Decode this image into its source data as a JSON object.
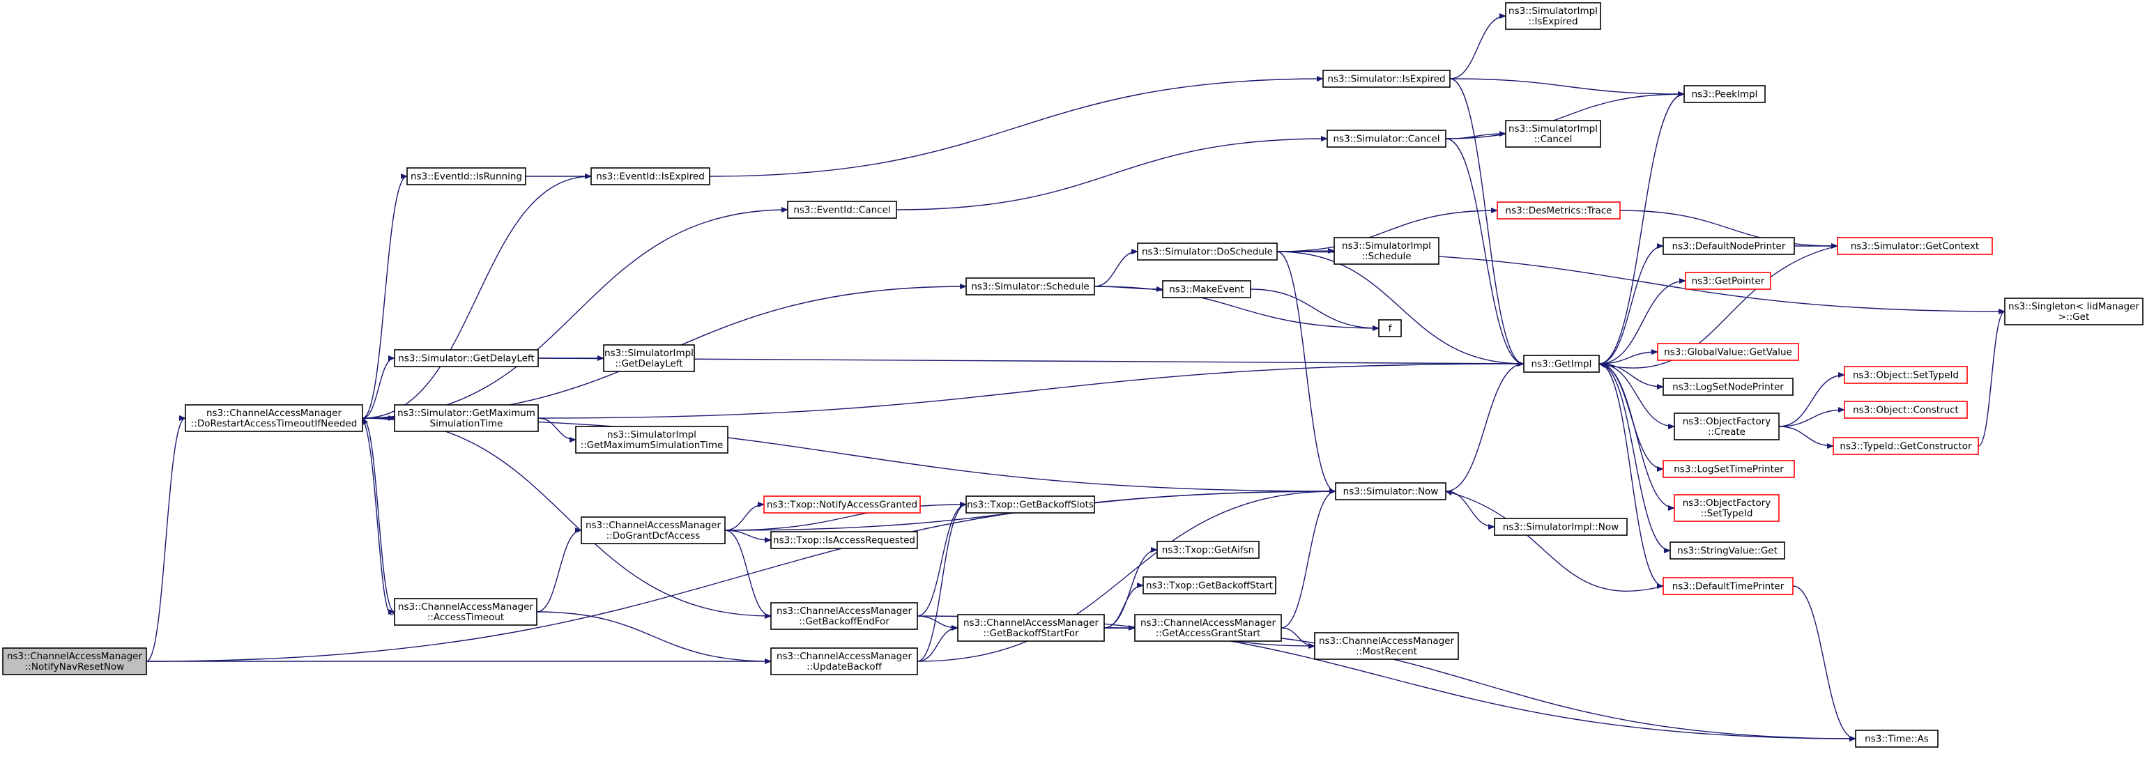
{
  "graph": {
    "title": "",
    "colors": {
      "edge": "#191970",
      "node_border": "#000000",
      "node_border_truncated": "#ff0000",
      "root_fill": "#bfbfbf",
      "node_fill": "#ffffff",
      "text": "#000000"
    },
    "nodes": [
      {
        "id": "notifyNav",
        "lines": [
          "ns3::ChannelAccessManager",
          "::NotifyNavResetNow"
        ],
        "root": true
      },
      {
        "id": "doRestart",
        "lines": [
          "ns3::ChannelAccessManager",
          "::DoRestartAccessTimeoutIfNeeded"
        ]
      },
      {
        "id": "accessTimeout",
        "lines": [
          "ns3::ChannelAccessManager",
          "::AccessTimeout"
        ]
      },
      {
        "id": "eventIsRunning",
        "lines": [
          "ns3::EventId::IsRunning"
        ]
      },
      {
        "id": "eventIsExpired",
        "lines": [
          "ns3::EventId::IsExpired"
        ]
      },
      {
        "id": "eventCancel",
        "lines": [
          "ns3::EventId::Cancel"
        ]
      },
      {
        "id": "simSchedule",
        "lines": [
          "ns3::Simulator::Schedule"
        ]
      },
      {
        "id": "simGetDelayLeft",
        "lines": [
          "ns3::Simulator::GetDelayLeft"
        ]
      },
      {
        "id": "simGetMaxTime",
        "lines": [
          "ns3::Simulator::GetMaximum",
          "SimulationTime"
        ]
      },
      {
        "id": "implGetDelayLeft",
        "lines": [
          "ns3::SimulatorImpl",
          "::GetDelayLeft"
        ]
      },
      {
        "id": "implGetMaxTime",
        "lines": [
          "ns3::SimulatorImpl",
          "::GetMaximumSimulationTime"
        ]
      },
      {
        "id": "doGrant",
        "lines": [
          "ns3::ChannelAccessManager",
          "::DoGrantDcfAccess"
        ]
      },
      {
        "id": "txopNotify",
        "lines": [
          "ns3::Txop::NotifyAccessGranted"
        ],
        "truncated": true
      },
      {
        "id": "txopIsReq",
        "lines": [
          "ns3::Txop::IsAccessRequested"
        ]
      },
      {
        "id": "txopBackoffSlots",
        "lines": [
          "ns3::Txop::GetBackoffSlots"
        ]
      },
      {
        "id": "getBackoffEnd",
        "lines": [
          "ns3::ChannelAccessManager",
          "::GetBackoffEndFor"
        ]
      },
      {
        "id": "updateBackoff",
        "lines": [
          "ns3::ChannelAccessManager",
          "::UpdateBackoff"
        ]
      },
      {
        "id": "getBackoffStart",
        "lines": [
          "ns3::ChannelAccessManager",
          "::GetBackoffStartFor"
        ]
      },
      {
        "id": "txopAifsn",
        "lines": [
          "ns3::Txop::GetAifsn"
        ]
      },
      {
        "id": "txopBackoffStart",
        "lines": [
          "ns3::Txop::GetBackoffStart"
        ]
      },
      {
        "id": "getAccessGrant",
        "lines": [
          "ns3::ChannelAccessManager",
          "::GetAccessGrantStart"
        ]
      },
      {
        "id": "mostRecent",
        "lines": [
          "ns3::ChannelAccessManager",
          "::MostRecent"
        ]
      },
      {
        "id": "simIsExpired",
        "lines": [
          "ns3::Simulator::IsExpired"
        ]
      },
      {
        "id": "simCancel",
        "lines": [
          "ns3::Simulator::Cancel"
        ]
      },
      {
        "id": "simDoSchedule",
        "lines": [
          "ns3::Simulator::DoSchedule"
        ]
      },
      {
        "id": "makeEvent",
        "lines": [
          "ns3::MakeEvent"
        ]
      },
      {
        "id": "f",
        "lines": [
          "f"
        ]
      },
      {
        "id": "simNow",
        "lines": [
          "ns3::Simulator::Now"
        ]
      },
      {
        "id": "implIsExpired",
        "lines": [
          "ns3::SimulatorImpl",
          "::IsExpired"
        ]
      },
      {
        "id": "implCancel",
        "lines": [
          "ns3::SimulatorImpl",
          "::Cancel"
        ]
      },
      {
        "id": "implSchedule",
        "lines": [
          "ns3::SimulatorImpl",
          "::Schedule"
        ]
      },
      {
        "id": "desTrace",
        "lines": [
          "ns3::DesMetrics::Trace"
        ],
        "truncated": true
      },
      {
        "id": "implNow",
        "lines": [
          "ns3::SimulatorImpl::Now"
        ]
      },
      {
        "id": "peekImpl",
        "lines": [
          "ns3::PeekImpl"
        ]
      },
      {
        "id": "getImpl",
        "lines": [
          "ns3::GetImpl"
        ]
      },
      {
        "id": "defaultNodePrinter",
        "lines": [
          "ns3::DefaultNodePrinter"
        ]
      },
      {
        "id": "getPointer",
        "lines": [
          "ns3::GetPointer"
        ],
        "truncated": true
      },
      {
        "id": "globalValue",
        "lines": [
          "ns3::GlobalValue::GetValue"
        ],
        "truncated": true
      },
      {
        "id": "logSetNodePrinter",
        "lines": [
          "ns3::LogSetNodePrinter"
        ]
      },
      {
        "id": "objFactoryCreate",
        "lines": [
          "ns3::ObjectFactory",
          "::Create"
        ]
      },
      {
        "id": "logSetTimePrinter",
        "lines": [
          "ns3::LogSetTimePrinter"
        ],
        "truncated": true
      },
      {
        "id": "objFactorySetTypeId",
        "lines": [
          "ns3::ObjectFactory",
          "::SetTypeId"
        ],
        "truncated": true
      },
      {
        "id": "stringValueGet",
        "lines": [
          "ns3::StringValue::Get"
        ]
      },
      {
        "id": "defaultTimePrinter",
        "lines": [
          "ns3::DefaultTimePrinter"
        ],
        "truncated": true
      },
      {
        "id": "simGetContext",
        "lines": [
          "ns3::Simulator::GetContext"
        ],
        "truncated": true
      },
      {
        "id": "objSetTypeId",
        "lines": [
          "ns3::Object::SetTypeId"
        ],
        "truncated": true
      },
      {
        "id": "objConstruct",
        "lines": [
          "ns3::Object::Construct"
        ],
        "truncated": true
      },
      {
        "id": "typeIdGetCtor",
        "lines": [
          "ns3::TypeId::GetConstructor"
        ],
        "truncated": true
      },
      {
        "id": "singletonGet",
        "lines": [
          "ns3::Singleton< IidManager",
          " >::Get"
        ]
      },
      {
        "id": "timeAs",
        "lines": [
          "ns3::Time::As"
        ]
      }
    ],
    "edges": [
      [
        "notifyNav",
        "doRestart"
      ],
      [
        "notifyNav",
        "updateBackoff"
      ],
      [
        "notifyNav",
        "simNow"
      ],
      [
        "doRestart",
        "eventIsRunning"
      ],
      [
        "doRestart",
        "eventIsExpired"
      ],
      [
        "doRestart",
        "eventCancel"
      ],
      [
        "doRestart",
        "simSchedule"
      ],
      [
        "doRestart",
        "simGetDelayLeft"
      ],
      [
        "doRestart",
        "simGetMaxTime"
      ],
      [
        "doRestart",
        "simNow"
      ],
      [
        "doRestart",
        "getBackoffEnd"
      ],
      [
        "doRestart",
        "accessTimeout"
      ],
      [
        "accessTimeout",
        "doRestart"
      ],
      [
        "accessTimeout",
        "doGrant"
      ],
      [
        "accessTimeout",
        "updateBackoff"
      ],
      [
        "eventIsRunning",
        "eventIsExpired"
      ],
      [
        "eventIsExpired",
        "simIsExpired"
      ],
      [
        "eventCancel",
        "simCancel"
      ],
      [
        "simSchedule",
        "simDoSchedule"
      ],
      [
        "simSchedule",
        "makeEvent"
      ],
      [
        "simSchedule",
        "f"
      ],
      [
        "simGetDelayLeft",
        "implGetDelayLeft"
      ],
      [
        "simGetDelayLeft",
        "getImpl"
      ],
      [
        "simGetMaxTime",
        "implGetMaxTime"
      ],
      [
        "simGetMaxTime",
        "getImpl"
      ],
      [
        "doGrant",
        "txopNotify"
      ],
      [
        "doGrant",
        "txopIsReq"
      ],
      [
        "doGrant",
        "txopBackoffSlots"
      ],
      [
        "doGrant",
        "getBackoffEnd"
      ],
      [
        "doGrant",
        "simNow"
      ],
      [
        "getBackoffEnd",
        "getBackoffStart"
      ],
      [
        "getBackoffEnd",
        "txopBackoffSlots"
      ],
      [
        "getBackoffEnd",
        "timeAs"
      ],
      [
        "updateBackoff",
        "getBackoffStart"
      ],
      [
        "updateBackoff",
        "simNow"
      ],
      [
        "updateBackoff",
        "txopBackoffSlots"
      ],
      [
        "getBackoffStart",
        "txopAifsn"
      ],
      [
        "getBackoffStart",
        "txopBackoffStart"
      ],
      [
        "getBackoffStart",
        "getAccessGrant"
      ],
      [
        "getBackoffStart",
        "mostRecent"
      ],
      [
        "getBackoffStart",
        "timeAs"
      ],
      [
        "getAccessGrant",
        "mostRecent"
      ],
      [
        "getAccessGrant",
        "simNow"
      ],
      [
        "simIsExpired",
        "implIsExpired"
      ],
      [
        "simIsExpired",
        "peekImpl"
      ],
      [
        "simIsExpired",
        "getImpl"
      ],
      [
        "simCancel",
        "implCancel"
      ],
      [
        "simCancel",
        "peekImpl"
      ],
      [
        "simCancel",
        "getImpl"
      ],
      [
        "simDoSchedule",
        "implSchedule"
      ],
      [
        "simDoSchedule",
        "desTrace"
      ],
      [
        "simDoSchedule",
        "getImpl"
      ],
      [
        "simDoSchedule",
        "simNow"
      ],
      [
        "simDoSchedule",
        "singletonGet"
      ],
      [
        "makeEvent",
        "f"
      ],
      [
        "simNow",
        "implNow"
      ],
      [
        "simNow",
        "getImpl"
      ],
      [
        "desTrace",
        "simGetContext"
      ],
      [
        "getImpl",
        "peekImpl"
      ],
      [
        "getImpl",
        "defaultNodePrinter"
      ],
      [
        "getImpl",
        "getPointer"
      ],
      [
        "getImpl",
        "globalValue"
      ],
      [
        "getImpl",
        "logSetNodePrinter"
      ],
      [
        "getImpl",
        "objFactoryCreate"
      ],
      [
        "getImpl",
        "logSetTimePrinter"
      ],
      [
        "getImpl",
        "objFactorySetTypeId"
      ],
      [
        "getImpl",
        "stringValueGet"
      ],
      [
        "getImpl",
        "defaultTimePrinter"
      ],
      [
        "defaultNodePrinter",
        "simGetContext"
      ],
      [
        "simGetContext",
        "getImpl"
      ],
      [
        "objFactoryCreate",
        "objSetTypeId"
      ],
      [
        "objFactoryCreate",
        "objConstruct"
      ],
      [
        "objFactoryCreate",
        "typeIdGetCtor"
      ],
      [
        "typeIdGetCtor",
        "singletonGet"
      ],
      [
        "defaultTimePrinter",
        "simNow"
      ],
      [
        "defaultTimePrinter",
        "timeAs"
      ]
    ]
  }
}
